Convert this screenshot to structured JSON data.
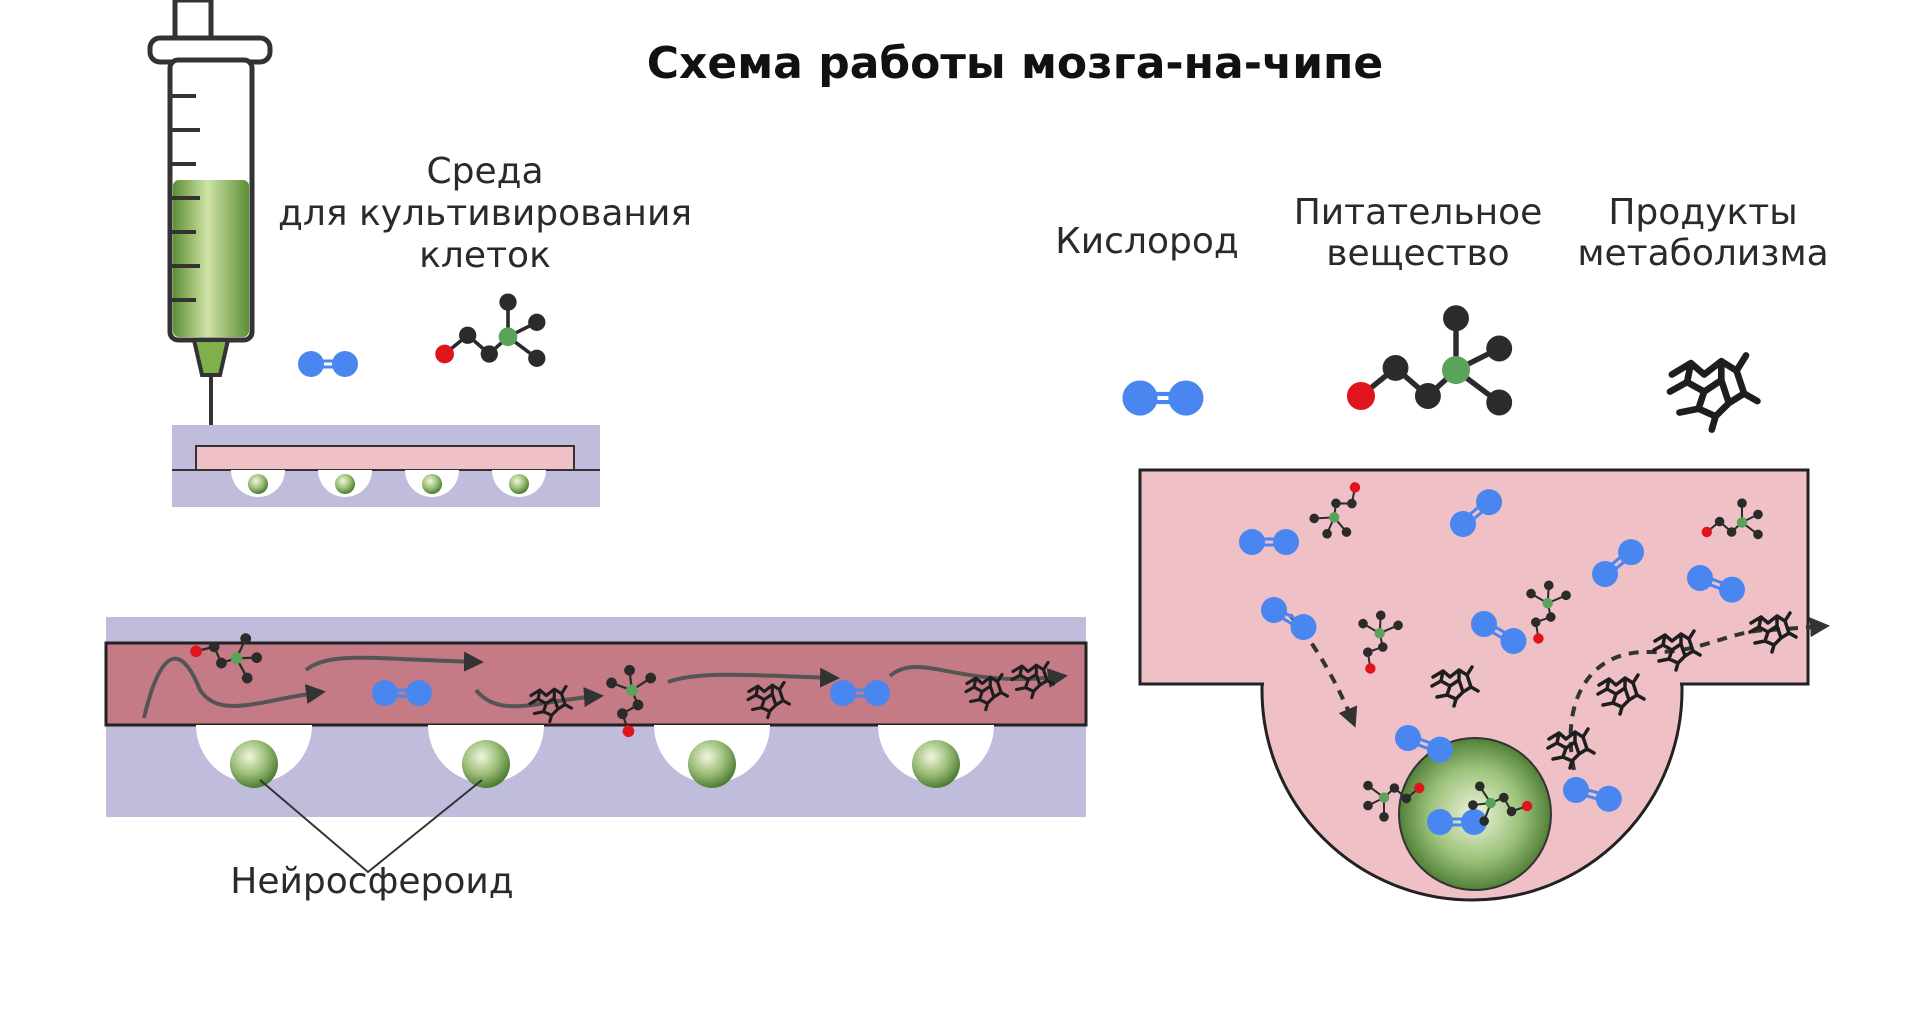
{
  "title": "Схема работы мозга-на-чипе",
  "labels": {
    "medium_line1": "Среда",
    "medium_line2": "для культивирования",
    "medium_line3": "клеток",
    "oxygen": "Кислород",
    "nutrient_line1": "Питательное",
    "nutrient_line2": "вещество",
    "metabolites_line1": "Продукты",
    "metabolites_line2": "метаболизма",
    "neurospheroid": "Нейросфероид"
  },
  "colors": {
    "oxygen_atom": "#4a86f0",
    "red_atom": "#e0141c",
    "green_atom": "#5aa35a",
    "dark_atom": "#2b2b2b",
    "chip_base": "#bfbcdc",
    "channel_dark": "#c47b86",
    "medium_light": "#efc1c7",
    "syringe_liquid": "#7fb04a"
  }
}
